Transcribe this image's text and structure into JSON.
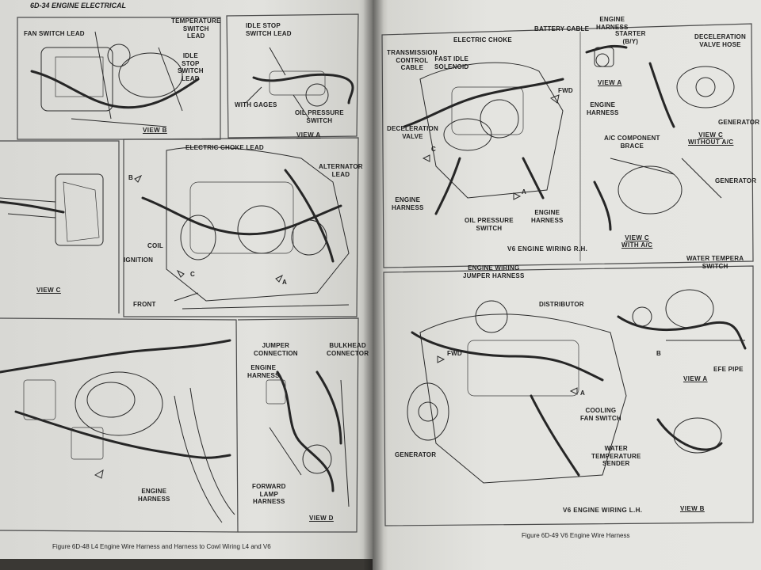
{
  "left_page": {
    "header": "6D-34  ENGINE ELECTRICAL",
    "caption": "Figure 6D-48 L4 Engine Wire Harness and Harness to Cowl Wiring L4 and V6",
    "labels": {
      "fan_switch_lead": "FAN SWITCH LEAD",
      "temperature_switch_lead": "TEMPERATURE\nSWITCH\nLEAD",
      "idle_stop_switch_lead_right": "IDLE\nSTOP\nSWITCH\nLEAD",
      "idle_stop_switch_lead_top": "IDLE STOP\nSWITCH LEAD",
      "with_gages": "WITH GAGES",
      "oil_pressure_switch": "OIL PRESSURE\nSWITCH",
      "view_b": "VIEW B",
      "view_a": "VIEW A",
      "electric_choke_lead": "ELECTRIC CHOKE LEAD",
      "alternator_lead": "ALTERNATOR\nLEAD",
      "coil": "COIL",
      "ignition": "IGNITION",
      "front": "FRONT",
      "view_c": "VIEW C",
      "arrow_b": "B",
      "arrow_c": "C",
      "arrow_a": "A",
      "jumper_connection": "JUMPER\nCONNECTION",
      "bulkhead_connector": "BULKHEAD\nCONNECTOR",
      "engine_harness_mid": "ENGINE\nHARNESS",
      "engine_harness_bottom": "ENGINE\nHARNESS",
      "forward_lamp_harness": "FORWARD\nLAMP\nHARNESS",
      "view_d": "VIEW D"
    }
  },
  "right_page": {
    "caption": "Figure 6D-49 V6 Engine Wire Harness",
    "labels": {
      "transmission_control_cable": "TRANSMISSION\nCONTROL\nCABLE",
      "electric_choke": "ELECTRIC CHOKE",
      "fast_idle_solenoid": "FAST IDLE\nSOLENOID",
      "battery_cable": "BATTERY CABLE",
      "engine_harness_top": "ENGINE\nHARNESS",
      "starter": "STARTER\n(B/Y)",
      "deceleration_valve_hose": "DECELERATION\nVALVE HOSE",
      "fwd_top": "FWD",
      "deceleration_valve": "DECELERATION\nVALVE",
      "view_a_top": "VIEW A",
      "engine_harness_r1": "ENGINE\nHARNESS",
      "generator_r1": "GENERATOR",
      "view_c_without": "VIEW C\nWITHOUT A/C",
      "ac_component_brace": "A/C COMPONENT\nBRACE",
      "generator_r2": "GENERATOR",
      "engine_harness_left": "ENGINE\nHARNESS",
      "oil_pressure_switch": "OIL PRESSURE\nSWITCH",
      "engine_harness_center": "ENGINE\nHARNESS",
      "view_c_with": "VIEW C\nWITH A/C",
      "arrow_c": "C",
      "arrow_a": "A",
      "title_rh": "V6 ENGINE WIRING R.H.",
      "engine_wiring_jumper_harness": "ENGINE WIRING\nJUMPER HARNESS",
      "distributor": "DISTRIBUTOR",
      "water_temperature_switch": "WATER TEMPERA\nSWITCH",
      "fwd_bottom": "FWD",
      "arrow_b": "B",
      "view_a_bottom": "VIEW A",
      "efe_pipe": "EFE PIPE",
      "arrow_a2": "A",
      "cooling_fan_switch": "COOLING\nFAN SWITCH",
      "generator_bottom": "GENERATOR",
      "water_temperature_sender": "WATER\nTEMPERATURE\nSENDER",
      "title_lh": "V6 ENGINE WIRING L.H.",
      "view_b": "VIEW B"
    }
  }
}
